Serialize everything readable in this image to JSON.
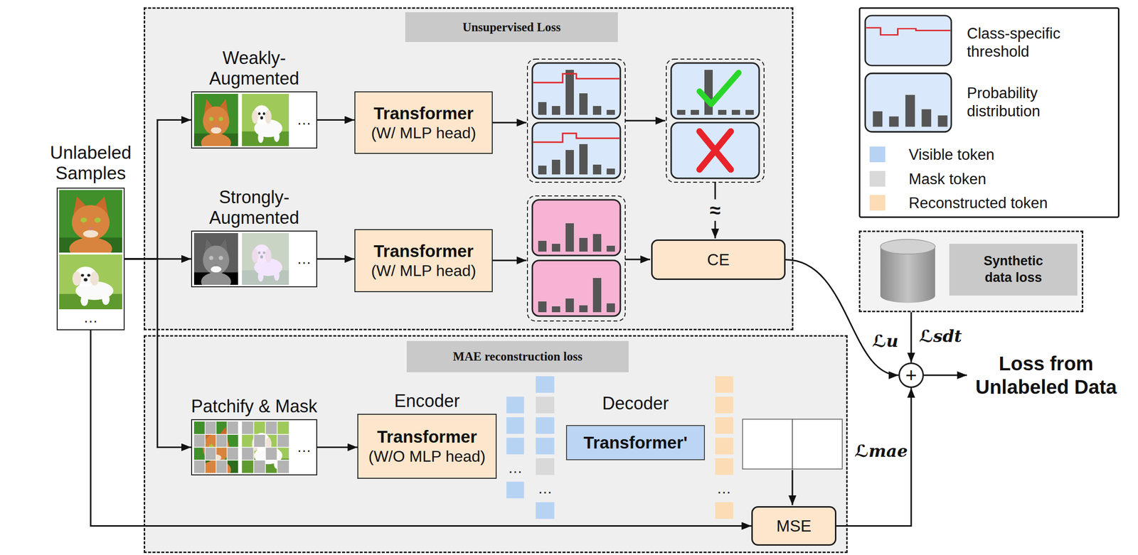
{
  "diagram": {
    "nodes": [
      {
        "text": [
          "Unlabeled Samples"
        ]
      },
      {
        "text": [
          "Unsupervised Loss"
        ]
      },
      {
        "text": [
          "Weakly- Augmented"
        ],
        "in": 1
      },
      {
        "text": [
          "Transformer",
          "(W/ MLP head)"
        ],
        "in": 1
      },
      {
        "text": [
          "Strongly- Augmented"
        ],
        "in": 1
      },
      {
        "text": [
          "Transformer",
          "(W/ MLP head)"
        ],
        "in": 1
      },
      {
        "text": [
          "CE"
        ],
        "in": 1
      },
      {
        "text": [
          "MAE reconstruction loss"
        ]
      },
      {
        "text": [
          "Patchify & Mask"
        ],
        "in": 7
      },
      {
        "text": [
          "Encoder",
          "Transformer",
          "(W/O MLP head)"
        ],
        "in": 7
      },
      {
        "text": [
          "Decoder",
          "Transformer'"
        ],
        "in": 7
      },
      {
        "text": [
          "MSE"
        ],
        "in": 7
      },
      {
        "text": [
          "Synthetic data loss"
        ]
      },
      {
        "text": [
          "+"
        ]
      }
    ],
    "edges": [
      {
        "from": 0,
        "to": 2,
        "arrow": "to"
      },
      {
        "from": 0,
        "to": 4,
        "arrow": "to"
      },
      {
        "from": 0,
        "to": 8,
        "arrow": "to"
      },
      {
        "from": 0,
        "to": 11,
        "arrow": "to"
      },
      {
        "from": 2,
        "to": 3,
        "arrow": "to"
      },
      {
        "from": 4,
        "to": 5,
        "arrow": "to"
      },
      {
        "from": 8,
        "to": 9,
        "arrow": "to"
      },
      {
        "from": 6,
        "to": 13,
        "label": "ℒu",
        "arrow": "to"
      },
      {
        "from": 12,
        "to": 13,
        "label": "ℒsdt",
        "arrow": "to"
      },
      {
        "from": 11,
        "to": 13,
        "label": "ℒmae",
        "arrow": "to"
      }
    ],
    "labels": [
      "…",
      "…",
      "…",
      "≈",
      "…",
      "…",
      "…",
      "…",
      "Loss from Unlabeled Data"
    ],
    "legend": [
      {
        "text": "Class-specific threshold"
      },
      {
        "text": "Probability distribution"
      },
      {
        "text": "Visible token",
        "color": "#b7d3f4"
      },
      {
        "text": "Mask token",
        "color": "#d9d9d9"
      },
      {
        "text": "Reconstructed token",
        "color": "#fcdcb5"
      }
    ]
  }
}
